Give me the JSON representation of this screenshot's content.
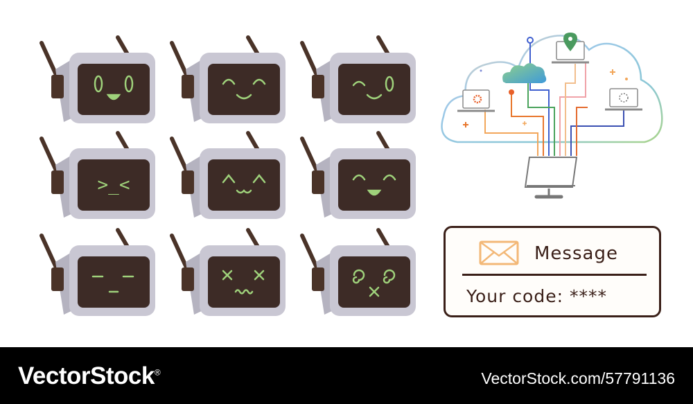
{
  "robots": [
    {
      "name": "robot-surprised",
      "mouth": "open"
    },
    {
      "name": "robot-happy",
      "mouth": "smile"
    },
    {
      "name": "robot-wink",
      "mouth": "smile"
    },
    {
      "name": "robot-squint",
      "mouth": "flat"
    },
    {
      "name": "robot-cat",
      "mouth": "cat"
    },
    {
      "name": "robot-laugh",
      "mouth": "open"
    },
    {
      "name": "robot-bored",
      "mouth": "flat"
    },
    {
      "name": "robot-dead",
      "mouth": "wavy"
    },
    {
      "name": "robot-dizzy",
      "mouth": "x"
    }
  ],
  "faces": {
    "squint": ">_<"
  },
  "colors": {
    "robot_body": "#c9c7d3",
    "robot_side": "#b5b3c0",
    "screen": "#3d2b26",
    "face": "#9fd27b",
    "outline": "#3a1f18",
    "antenna": "#4a3328",
    "envelope": "#f3b877"
  },
  "message_card": {
    "icon": "envelope-icon",
    "title": "Message",
    "code_label": "Your code: ****"
  },
  "footer": {
    "brand": "VectorStock",
    "brand_mark": "®",
    "image_id": "VectorStock.com/57791136"
  }
}
